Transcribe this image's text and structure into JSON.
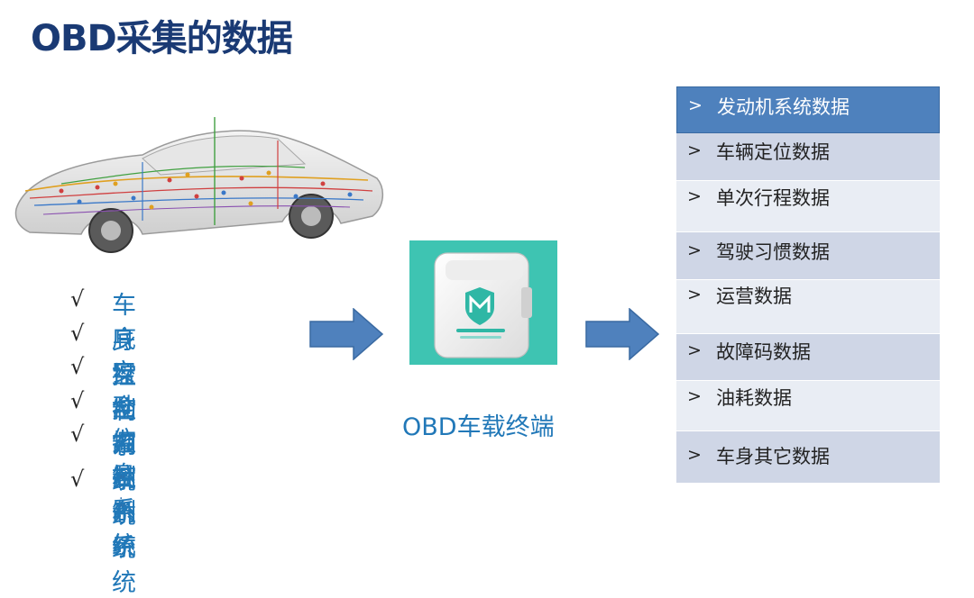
{
  "title": "OBD采集的数据",
  "systems": {
    "check": "√",
    "items": [
      "车身控制系统",
      "底盘控制系统",
      "安全控制系统",
      "动力控制系统",
      "信息系统"
    ],
    "more": "“ . ”."
  },
  "device": {
    "label": "OBD车载终端"
  },
  "data_list": {
    "chevron": ">",
    "items": [
      "发动机系统数据",
      "车辆定位数据",
      "单次行程数据",
      "驾驶习惯数据",
      "运营数据",
      "故障码数据",
      "油耗数据",
      "车身其它数据"
    ]
  },
  "colors": {
    "title": "#1a3a74",
    "accent_blue": "#2178b8",
    "arrow_fill": "#4f81bd",
    "device_bg": "#3ec4b2",
    "active_item": "#4e81bd",
    "item_dark": "#cfd6e6",
    "item_light": "#e9edf4"
  }
}
